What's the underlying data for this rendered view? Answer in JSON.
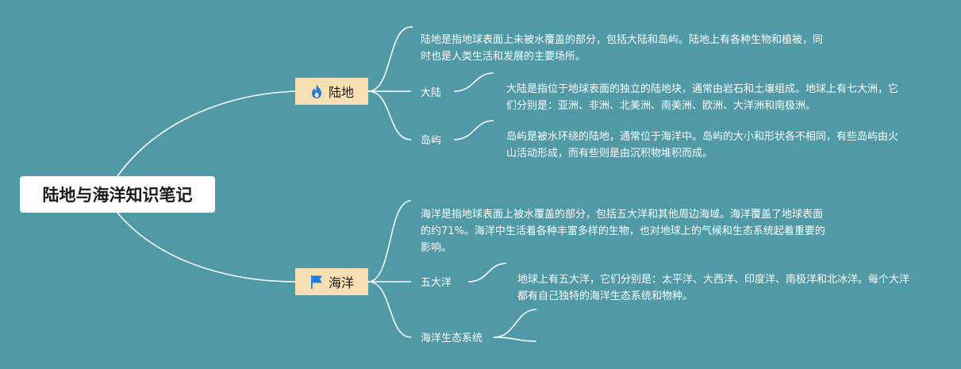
{
  "title": "陆地与海洋知识笔记",
  "colors": {
    "background": "#4f9aa6",
    "branch_fill": "#f9e0b4",
    "line": "#ffffff",
    "icon": "#1e7bd8"
  },
  "land": {
    "icon": "fire-icon",
    "label": "陆地",
    "description": "陆地是指地球表面上未被水覆盖的部分，包括大陆和岛屿。陆地上有各种生物和植被，同时也是人类生活和发展的主要场所。",
    "continent": {
      "label": "大陆",
      "description": "大陆是指位于地球表面的独立的陆地块，通常由岩石和土壤组成。地球上有七大洲，它们分别是：亚洲、非洲、北美洲、南美洲、欧洲、大洋洲和南极洲。"
    },
    "island": {
      "label": "岛屿",
      "description": "岛屿是被水环绕的陆地，通常位于海洋中。岛屿的大小和形状各不相同，有些岛屿由火山活动形成，而有些则是由沉积物堆积而成。"
    }
  },
  "ocean": {
    "icon": "flag-icon",
    "label": "海洋",
    "description": "海洋是指地球表面上被水覆盖的部分，包括五大洋和其他周边海域。海洋覆盖了地球表面的约71%。海洋中生活着各种丰富多样的生物，也对地球上的气候和生态系统起着重要的影响。",
    "five_oceans": {
      "label": "五大洋",
      "description": "地球上有五大洋，它们分别是：太平洋、大西洋、印度洋、南极洋和北冰洋。每个大洋都有自己独特的海洋生态系统和物种。"
    },
    "ecosystem": {
      "label": "海洋生态系统"
    }
  }
}
